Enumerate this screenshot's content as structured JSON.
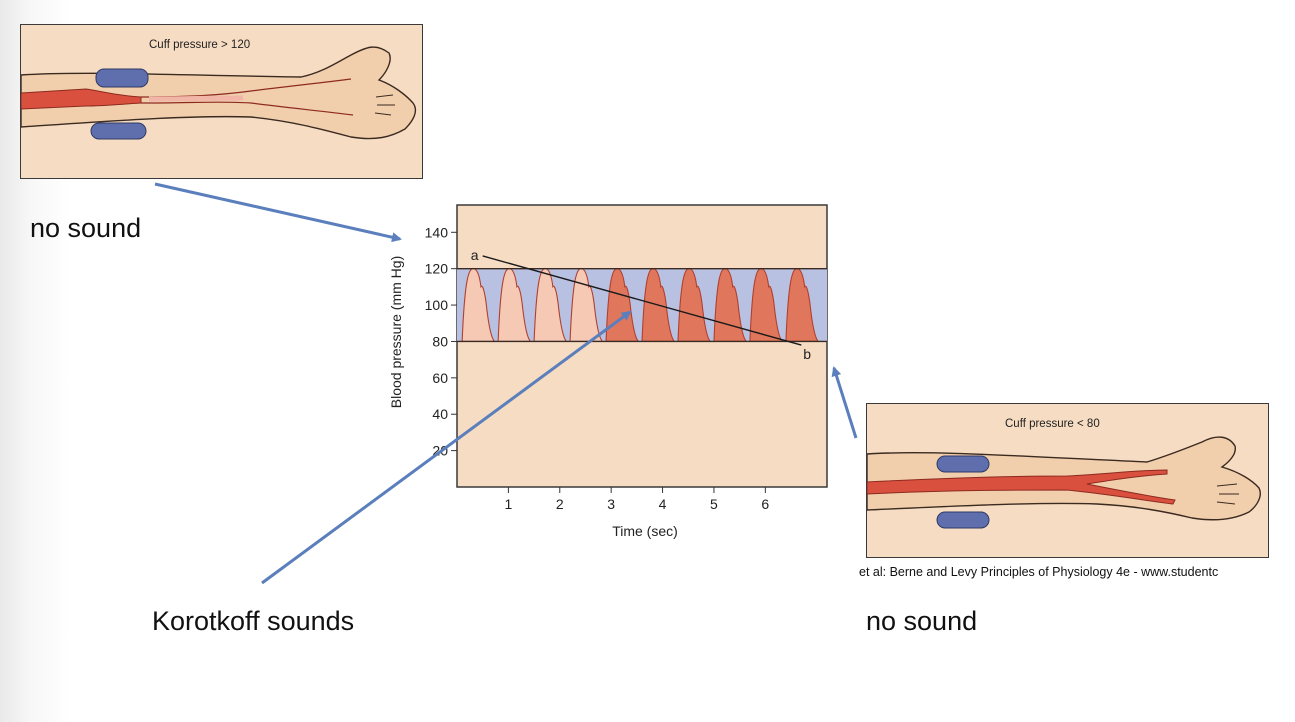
{
  "texts": {
    "no_sound_left": "no sound",
    "no_sound_right": "no sound",
    "korotkoff": "Korotkoff sounds",
    "credit": "et al: Berne and Levy Principles of Physiology 4e - www.studentc"
  },
  "panels": {
    "top": {
      "caption": "Cuff pressure > 120",
      "state": "artery occluded"
    },
    "bottom": {
      "caption": "Cuff pressure < 80",
      "state": "artery open"
    }
  },
  "colors": {
    "background_panel": "#f6dcc2",
    "band_fill": "#b9c1e2",
    "artery": "#d9503e",
    "cuff": "#5f6fae",
    "arm_fill": "#f1cfad",
    "arrow": "#5b7fbd",
    "pulse_light": "#f6c9b4",
    "pulse_dark": "#e0775c"
  },
  "chart_data": {
    "type": "line",
    "xlabel": "Time (sec)",
    "ylabel": "Blood pressure (mm Hg)",
    "x_ticks": [
      "1",
      "2",
      "3",
      "4",
      "5",
      "6"
    ],
    "y_ticks": [
      "140",
      "120",
      "100",
      "80",
      "60",
      "40",
      "20"
    ],
    "xlim": [
      0,
      7.2
    ],
    "ylim": [
      0,
      155
    ],
    "systolic": 120,
    "diastolic": 80,
    "pulse_count": 10,
    "pulse_period_sec": 0.7,
    "first_pulse_sec": 0.1,
    "sound_start_sec": 2.5,
    "cuff_line": {
      "start_label": "a",
      "end_label": "b",
      "start": [
        0.5,
        127
      ],
      "end": [
        6.7,
        78
      ]
    }
  }
}
